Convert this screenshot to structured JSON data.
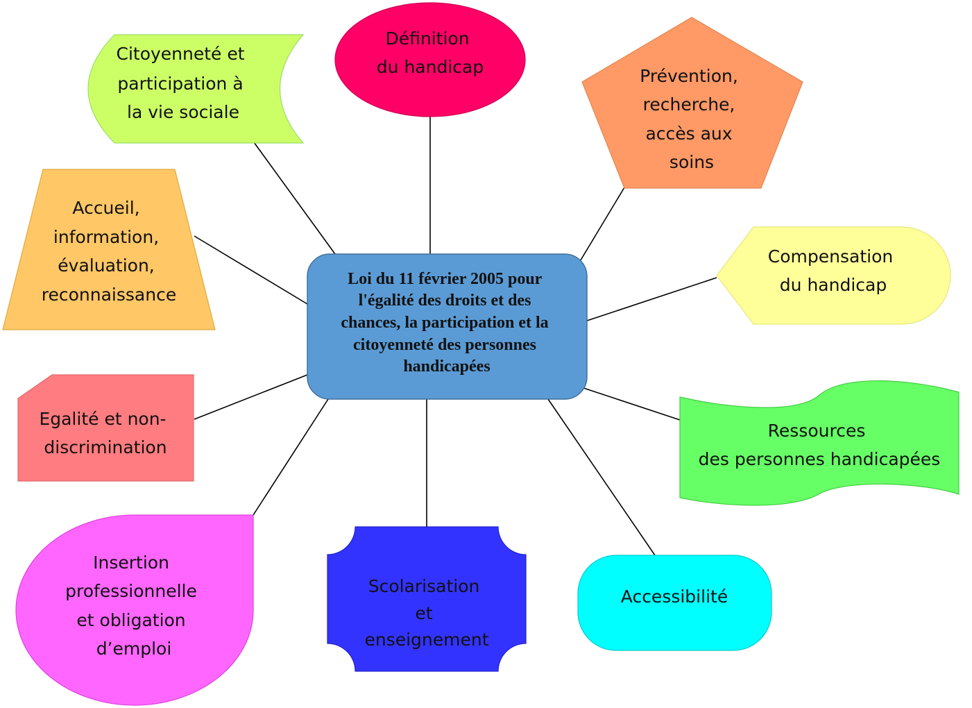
{
  "center": {
    "lines": [
      "Loi du 11 février 2005 pour",
      "l'égalité des droits et des",
      "chances, la participation et la",
      "citoyenneté des personnes",
      "handicapées"
    ],
    "fill": "#5B9BD5"
  },
  "nodes": [
    {
      "id": "definition",
      "lines": [
        "Définition",
        "du handicap"
      ],
      "fill": "#FF0066"
    },
    {
      "id": "prevention",
      "lines": [
        "Prévention,",
        "recherche,",
        "accès aux",
        "soins"
      ],
      "fill": "#FF9966"
    },
    {
      "id": "compensation",
      "lines": [
        "Compensation",
        "du handicap"
      ],
      "fill": "#FFFF99"
    },
    {
      "id": "ressources",
      "lines": [
        "Ressources",
        "des personnes handicapées"
      ],
      "fill": "#66FF66"
    },
    {
      "id": "accessibilite",
      "lines": [
        "Accessibilité"
      ],
      "fill": "#00FFFF"
    },
    {
      "id": "scolarisation",
      "lines": [
        "Scolarisation",
        "et",
        "enseignement"
      ],
      "fill": "#3333FF"
    },
    {
      "id": "insertion",
      "lines": [
        "Insertion",
        "professionnelle",
        "et obligation",
        "d’emploi"
      ],
      "fill": "#FF66FF"
    },
    {
      "id": "egalite",
      "lines": [
        "Egalité et non-",
        "discrimination"
      ],
      "fill": "#FF7C80"
    },
    {
      "id": "accueil",
      "lines": [
        "Accueil,",
        "information,",
        "évaluation,",
        "reconnaissance"
      ],
      "fill": "#FFC766"
    },
    {
      "id": "citoyennete",
      "lines": [
        "Citoyenneté et",
        "participation à",
        "la vie sociale"
      ],
      "fill": "#CCFF66"
    }
  ]
}
